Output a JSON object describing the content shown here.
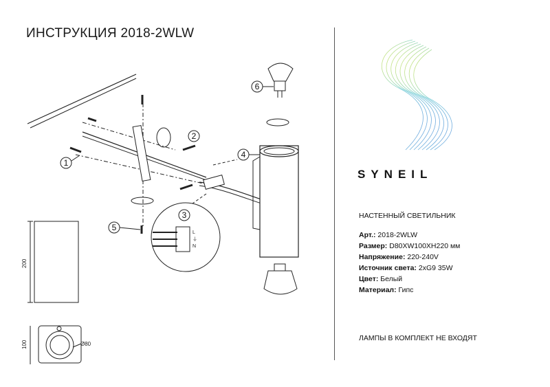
{
  "title": "ИНСТРУКЦИЯ 2018-2WLW",
  "brand": "SYNEIL",
  "product_type": "НАСТЕННЫЙ СВЕТИЛЬНИК",
  "specs": [
    {
      "label": "Арт.:",
      "value": "2018-2WLW"
    },
    {
      "label": "Размер:",
      "value": "D80XW100XH220 мм"
    },
    {
      "label": "Напряжение:",
      "value": "220-240V"
    },
    {
      "label": "Источник света:",
      "value": "2xG9 35W"
    },
    {
      "label": "Цвет:",
      "value": "Белый"
    },
    {
      "label": "Материал:",
      "value": "Гипс"
    }
  ],
  "note": "ЛАМПЫ В КОМПЛЕКТ НЕ ВХОДЯТ",
  "callouts": [
    "1",
    "2",
    "3",
    "4",
    "5",
    "6"
  ],
  "dimensions": {
    "height": "200",
    "depth": "100",
    "diameter": "Ø80"
  },
  "wire_labels": [
    "L",
    "⏚",
    "N"
  ]
}
